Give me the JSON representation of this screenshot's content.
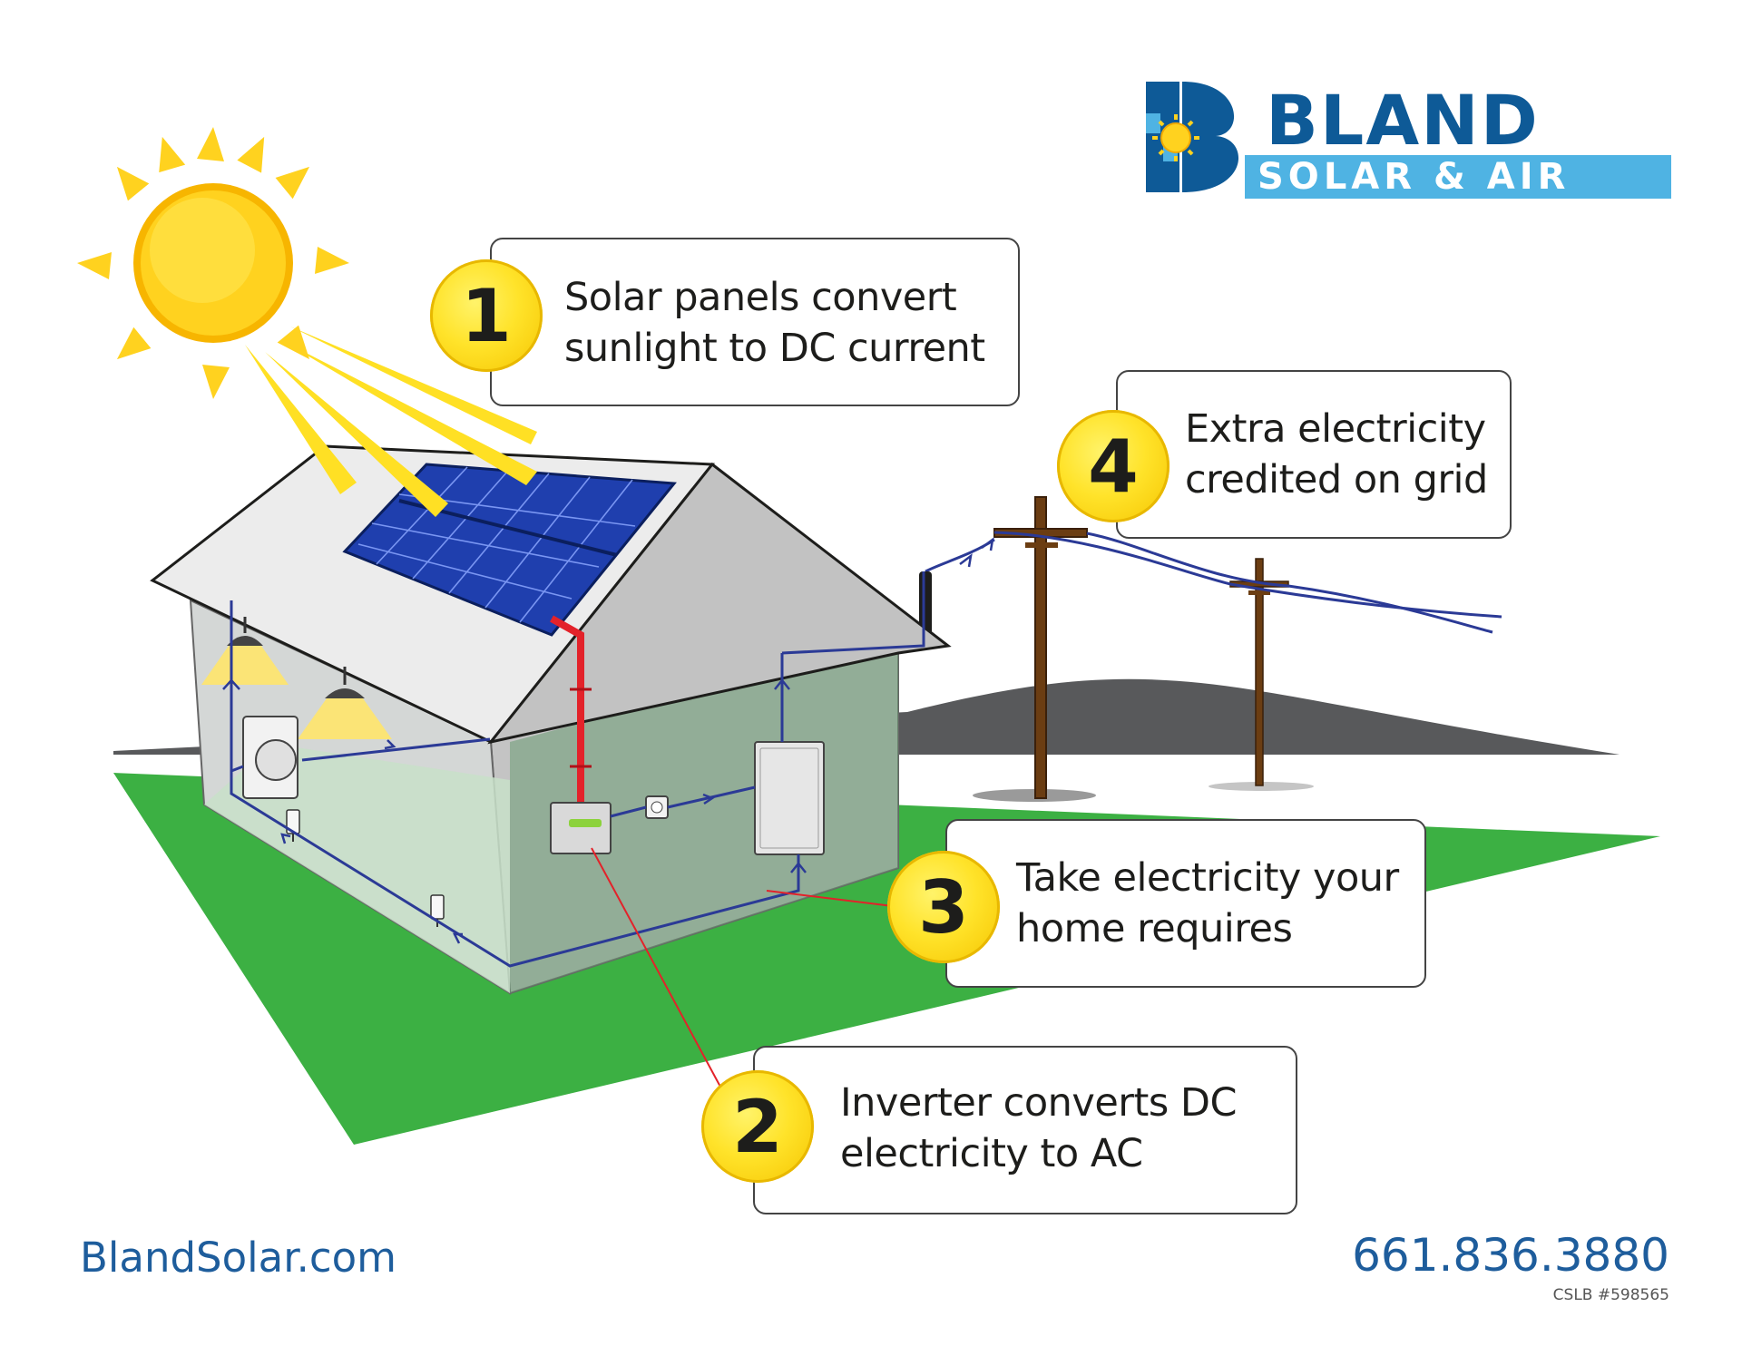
{
  "logo": {
    "name": "BLAND",
    "tagline": "SOLAR & AIR"
  },
  "steps": [
    {
      "number": "1",
      "line1": "Solar panels convert",
      "line2": "sunlight to DC current"
    },
    {
      "number": "2",
      "line1": "Inverter converts DC",
      "line2": "electricity to AC"
    },
    {
      "number": "3",
      "line1": "Take electricity your",
      "line2": "home requires"
    },
    {
      "number": "4",
      "line1": "Extra electricity",
      "line2": "credited on grid"
    }
  ],
  "footer": {
    "website": "BlandSolar.com",
    "phone": "661.836.3880",
    "license": "CSLB #598565"
  },
  "colors": {
    "brand_blue": "#0e5a97",
    "brand_light_blue": "#4fb3e3",
    "sun_yellow": "#ffd21f",
    "grass_green": "#3cb043",
    "wire_red": "#e3222a",
    "panel_blue": "#1f3fae"
  }
}
